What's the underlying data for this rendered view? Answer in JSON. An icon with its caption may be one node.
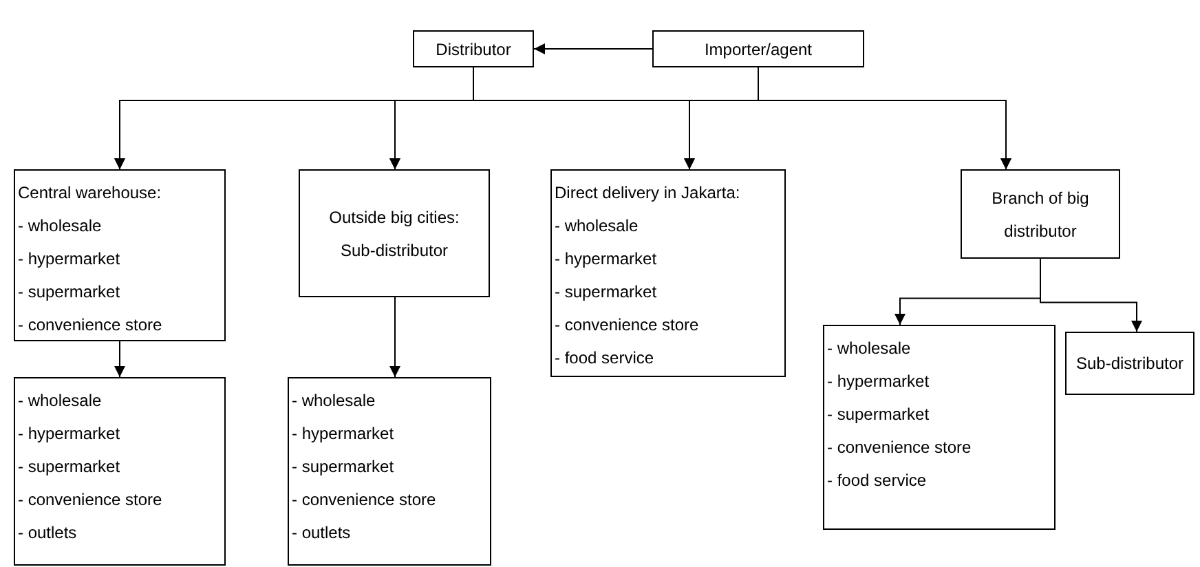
{
  "diagram": {
    "nodes": [
      {
        "text": [
          "Distributor"
        ]
      },
      {
        "text": [
          "Importer/agent"
        ]
      },
      {
        "text": [
          "Central warehouse:",
          "- wholesale",
          "- hypermarket",
          "- supermarket",
          "- convenience store"
        ]
      },
      {
        "text": [
          "Outside big cities:",
          "Sub-distributor"
        ]
      },
      {
        "text": [
          "Direct delivery in Jakarta:",
          "- wholesale",
          "- hypermarket",
          "- supermarket",
          "- convenience store",
          "- food service"
        ]
      },
      {
        "text": [
          "Branch of big distributor"
        ]
      },
      {
        "text": [
          "- wholesale",
          "- hypermarket",
          "- supermarket",
          "- convenience store",
          "- outlets"
        ]
      },
      {
        "text": [
          "- wholesale",
          "- hypermarket",
          "- supermarket",
          "- convenience store",
          "- outlets"
        ]
      },
      {
        "text": [
          "- wholesale",
          "- hypermarket",
          "- supermarket",
          "- convenience store",
          "- food service"
        ]
      },
      {
        "text": [
          "Sub-distributor"
        ]
      }
    ],
    "edges": [
      {
        "from": 1,
        "to": 0,
        "arrow": "to"
      },
      {
        "from": 0,
        "to": 2,
        "arrow": "to"
      },
      {
        "from": 0,
        "to": 3,
        "arrow": "to"
      },
      {
        "from": 0,
        "to": 4,
        "arrow": "to"
      },
      {
        "from": 0,
        "to": 5,
        "arrow": "to"
      },
      {
        "from": 1,
        "to": 2,
        "arrow": "to"
      },
      {
        "from": 1,
        "to": 3,
        "arrow": "to"
      },
      {
        "from": 1,
        "to": 4,
        "arrow": "to"
      },
      {
        "from": 1,
        "to": 5,
        "arrow": "to"
      },
      {
        "from": 2,
        "to": 6,
        "arrow": "to"
      },
      {
        "from": 3,
        "to": 7,
        "arrow": "to"
      },
      {
        "from": 5,
        "to": 8,
        "arrow": "to"
      },
      {
        "from": 5,
        "to": 9,
        "arrow": "to"
      }
    ]
  }
}
